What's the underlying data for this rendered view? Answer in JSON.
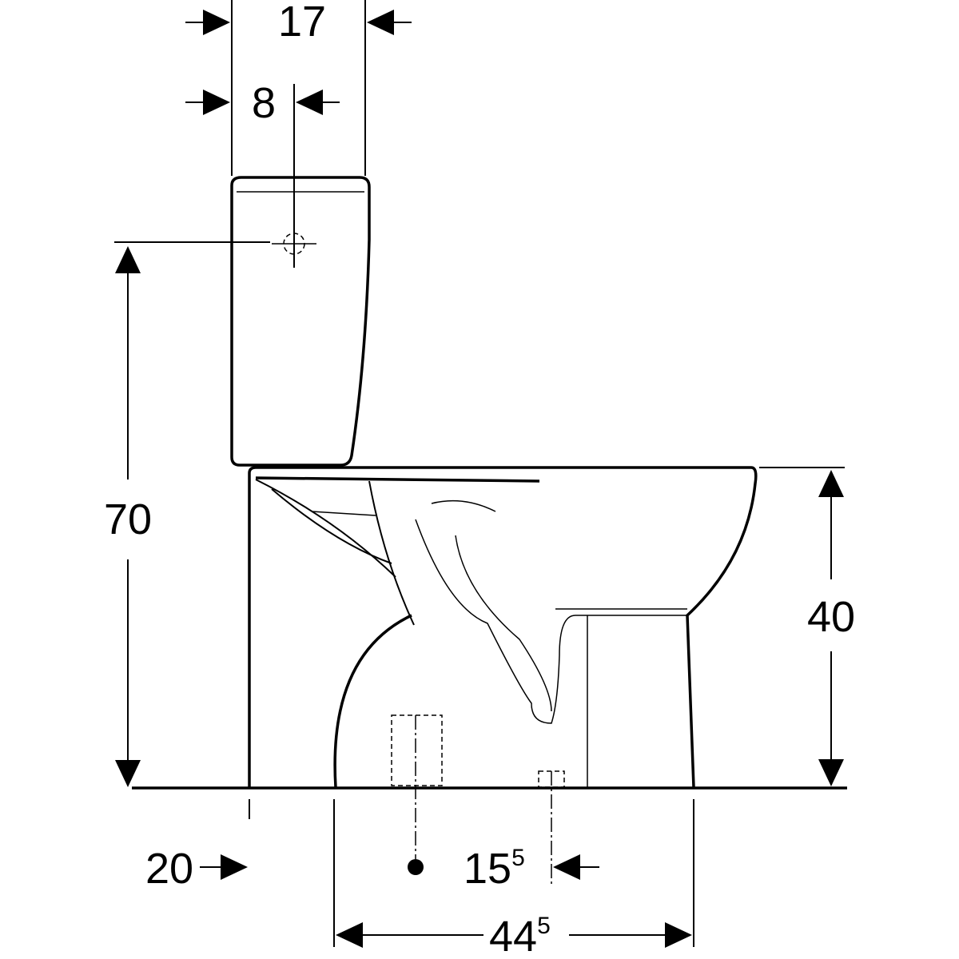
{
  "drawing": {
    "title": "Close-coupled WC side elevation",
    "dimensions": {
      "tank_depth": {
        "value": "17"
      },
      "inlet_offset": {
        "value": "8"
      },
      "inlet_height": {
        "value": "70"
      },
      "bowl_height": {
        "value": "40"
      },
      "wall_distance": {
        "value": "20"
      },
      "outlet_offset": {
        "value": "15",
        "sup": "5"
      },
      "pan_length": {
        "value": "44",
        "sup": "5"
      }
    }
  }
}
